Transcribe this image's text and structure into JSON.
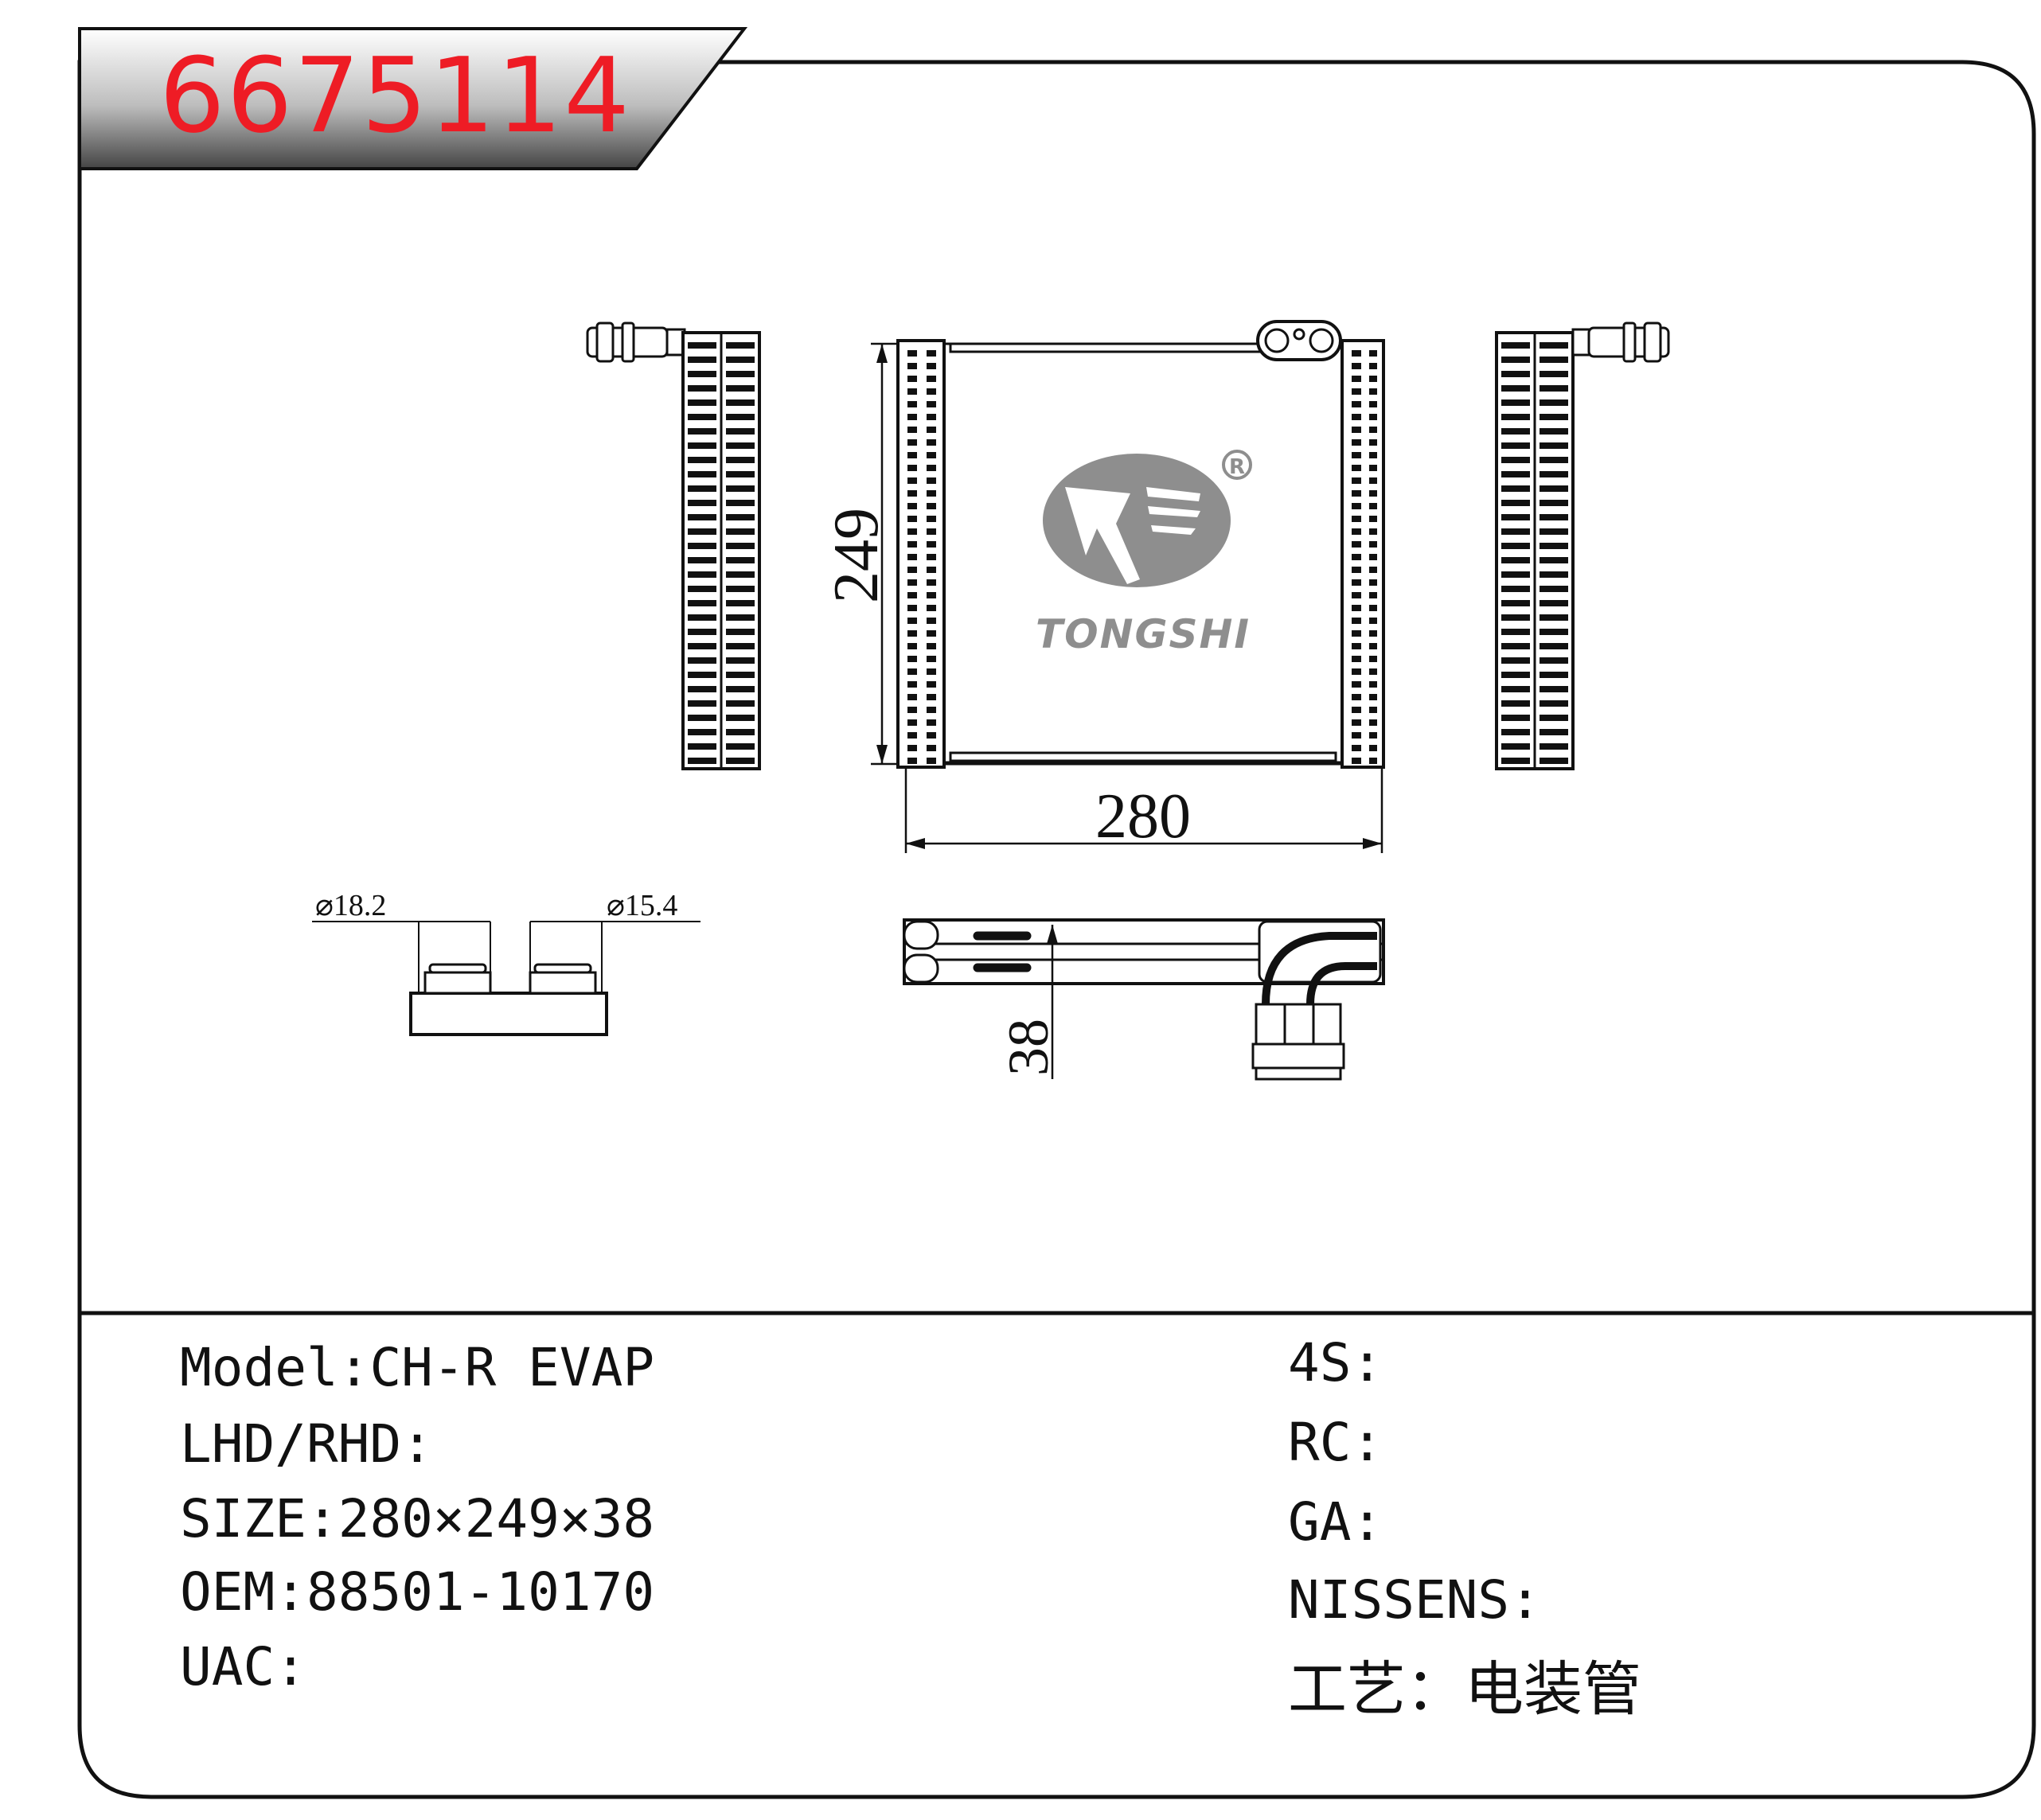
{
  "header": {
    "part_number": "6675114"
  },
  "drawing": {
    "dim_width": "280",
    "dim_height": "249",
    "dim_depth": "38",
    "pipe_dia_1": "⌀18.2",
    "pipe_dia_2": "⌀15.4",
    "logo": {
      "brand": "TONGSHI",
      "registered_mark": "R"
    }
  },
  "specs_left": [
    {
      "label": "Model",
      "value": "CH-R EVAP"
    },
    {
      "label": "LHD/RHD",
      "value": ""
    },
    {
      "label": "SIZE",
      "value": "280×249×38"
    },
    {
      "label": "OEM",
      "value": "88501-10170"
    },
    {
      "label": "UAC",
      "value": ""
    }
  ],
  "specs_right": [
    {
      "label": "4S",
      "value": ""
    },
    {
      "label": "RC",
      "value": ""
    },
    {
      "label": "GA",
      "value": ""
    },
    {
      "label": "NISSENS",
      "value": ""
    },
    {
      "label": "工艺",
      "value": "电装管"
    }
  ],
  "colors": {
    "part_number": "#ee1c25",
    "logo": "#8e8e8e",
    "line": "#111111"
  }
}
